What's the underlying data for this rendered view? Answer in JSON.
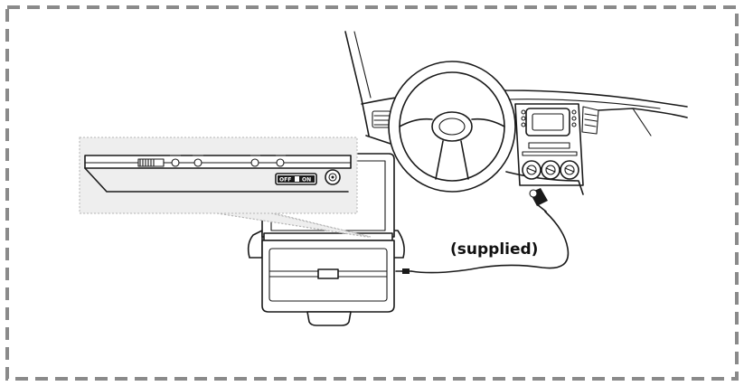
{
  "diagram": {
    "cable_label": "(supplied)",
    "switch_labels": {
      "off": "OFF",
      "on": "ON"
    }
  },
  "colors": {
    "frame_dash": "#8a8a8a",
    "inset_fill": "#eeeeee",
    "inset_border": "#b5b5b5",
    "line": "#1a1a1a"
  }
}
